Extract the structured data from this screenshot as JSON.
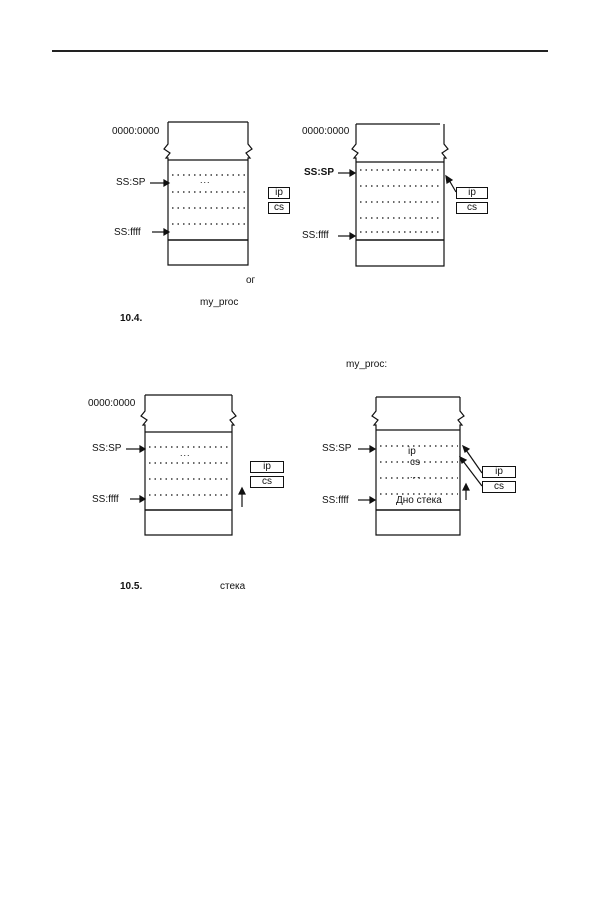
{
  "fig1": {
    "left": {
      "addr_top": "0000:0000",
      "sp_label": "SS:SP",
      "ffff_label": "SS:ffff",
      "dots": "...",
      "reg_ip": "ip",
      "reg_cs": "cs",
      "note": "ог"
    },
    "right": {
      "addr_top": "0000:0000",
      "sp_label": "SS:SP",
      "ffff_label": "SS:ffff",
      "reg_ip": "ip",
      "reg_cs": "cs"
    },
    "proc_label": "my_proc",
    "caption_num": "10.4."
  },
  "fig2": {
    "proc_label": "my_proc:",
    "left": {
      "addr_top": "0000:0000",
      "sp_label": "SS:SP",
      "ffff_label": "SS:ffff",
      "dots": "...",
      "reg_ip": "ip",
      "reg_cs": "cs"
    },
    "right": {
      "sp_label": "SS:SP",
      "ffff_label": "SS:ffff",
      "slot_ip": "ip",
      "slot_cs": "cs",
      "dots": "...",
      "bottom_label": "Дно стека",
      "reg_ip": "ip",
      "reg_cs": "cs"
    },
    "caption_num": "10.5.",
    "caption_word": "стека"
  }
}
